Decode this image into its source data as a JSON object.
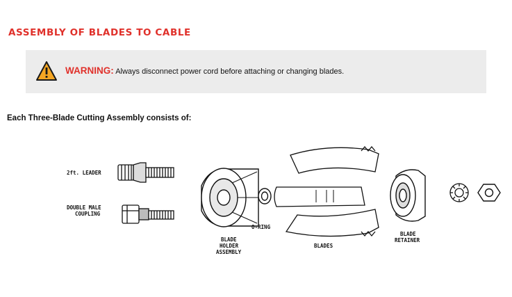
{
  "section_title": "ASSEMBLY OF BLADES TO CABLE",
  "warning": {
    "label": "WARNING:",
    "message": "Always disconnect power cord before attaching or changing blades.",
    "icon": "warning-triangle-icon",
    "colors": {
      "accent": "#e0312b",
      "icon_fill": "#f5a623",
      "box_bg": "#ececec"
    }
  },
  "subheading": "Each Three-Blade Cutting Assembly consists of:",
  "diagram": {
    "labels": {
      "leader": "2ft. LEADER",
      "coupling_line1": "DOUBLE MALE",
      "coupling_line2": "COUPLING",
      "o_ring": "O-RING",
      "holder_line1": "BLADE",
      "holder_line2": "HOLDER",
      "holder_line3": "ASSEMBLY",
      "blades": "BLADES",
      "retainer_line1": "BLADE",
      "retainer_line2": "RETAINER"
    }
  }
}
